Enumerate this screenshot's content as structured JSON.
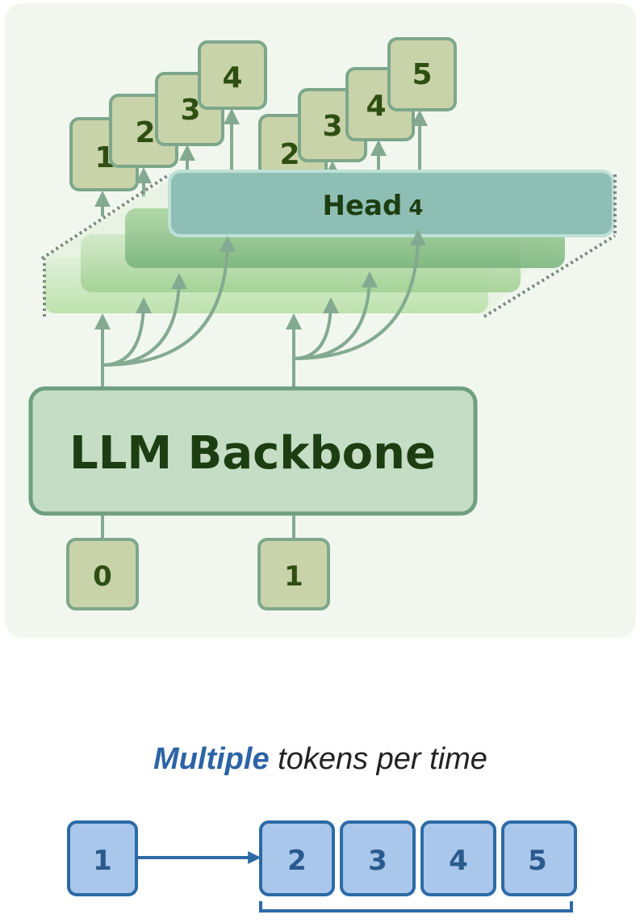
{
  "diagram": {
    "backbone_label": "LLM Backbone",
    "head": {
      "prefix": "Head",
      "index": "4"
    },
    "inputs": [
      "0",
      "1"
    ],
    "left_outputs": [
      "1",
      "2",
      "3",
      "4"
    ],
    "right_outputs": [
      "2",
      "3",
      "4",
      "5"
    ],
    "caption": {
      "emph": "Multiple",
      "rest": " tokens per time"
    },
    "sequence": {
      "first": "1",
      "predicted": [
        "2",
        "3",
        "4",
        "5"
      ]
    }
  },
  "colors": {
    "panel_bg": "#f1f7ee",
    "token_fill": "#c9d3a9",
    "token_stroke": "#7da78b",
    "token_text": "#2f4f12",
    "backbone_fill": "#c5ddc4",
    "backbone_stroke": "#6f9f80",
    "backbone_text": "#1d3d12",
    "head_fill": "#8fbfb4",
    "arrow": "#83aa91",
    "blue_fill": "#a9c7ea",
    "blue_stroke": "#2d6aa6",
    "blue_text": "#2a5a8e",
    "caption_emph": "#2c64a4",
    "caption_text": "#222222"
  }
}
